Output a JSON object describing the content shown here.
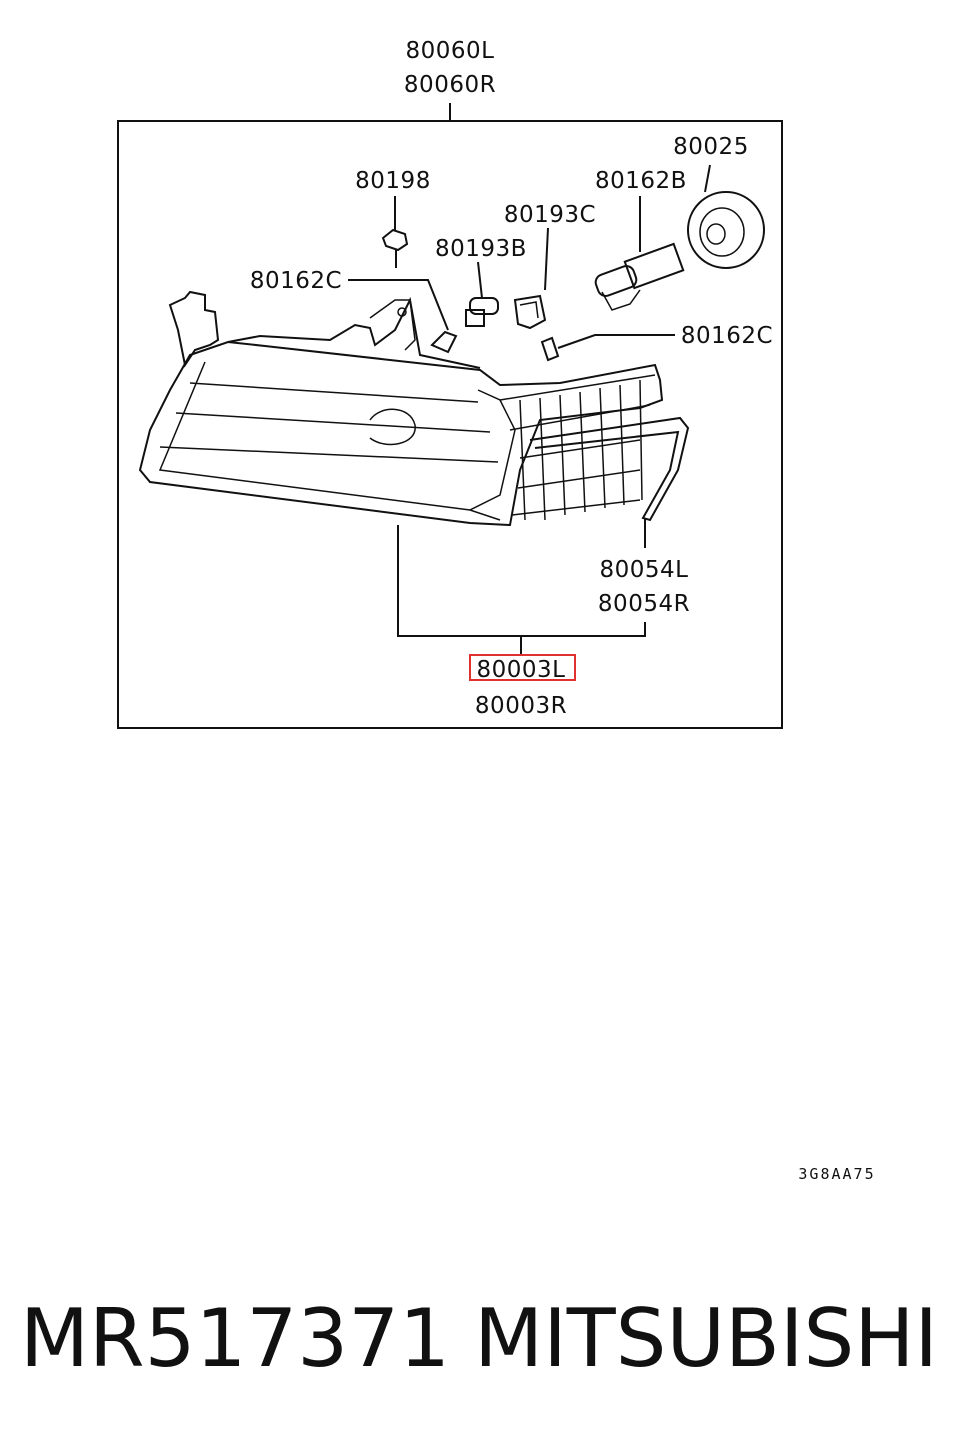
{
  "assembly": {
    "label_l": "80060L",
    "label_r": "80060R"
  },
  "parts": {
    "bulb_cover": "80025",
    "bulb_main": "80162B",
    "screw": "80198",
    "socket_c": "80193C",
    "socket_b": "80193B",
    "bulb_small_left": "80162C",
    "bulb_small_right": "80162C",
    "trim_l": "80054L",
    "trim_r": "80054R",
    "lens_l": "80003L",
    "lens_r": "80003R"
  },
  "highlight": {
    "part": "80003L",
    "color": "#e0312f"
  },
  "diagram_code": "3G8AA75",
  "footer": {
    "part_number": "MR517371",
    "brand": "MITSUBISHI"
  }
}
